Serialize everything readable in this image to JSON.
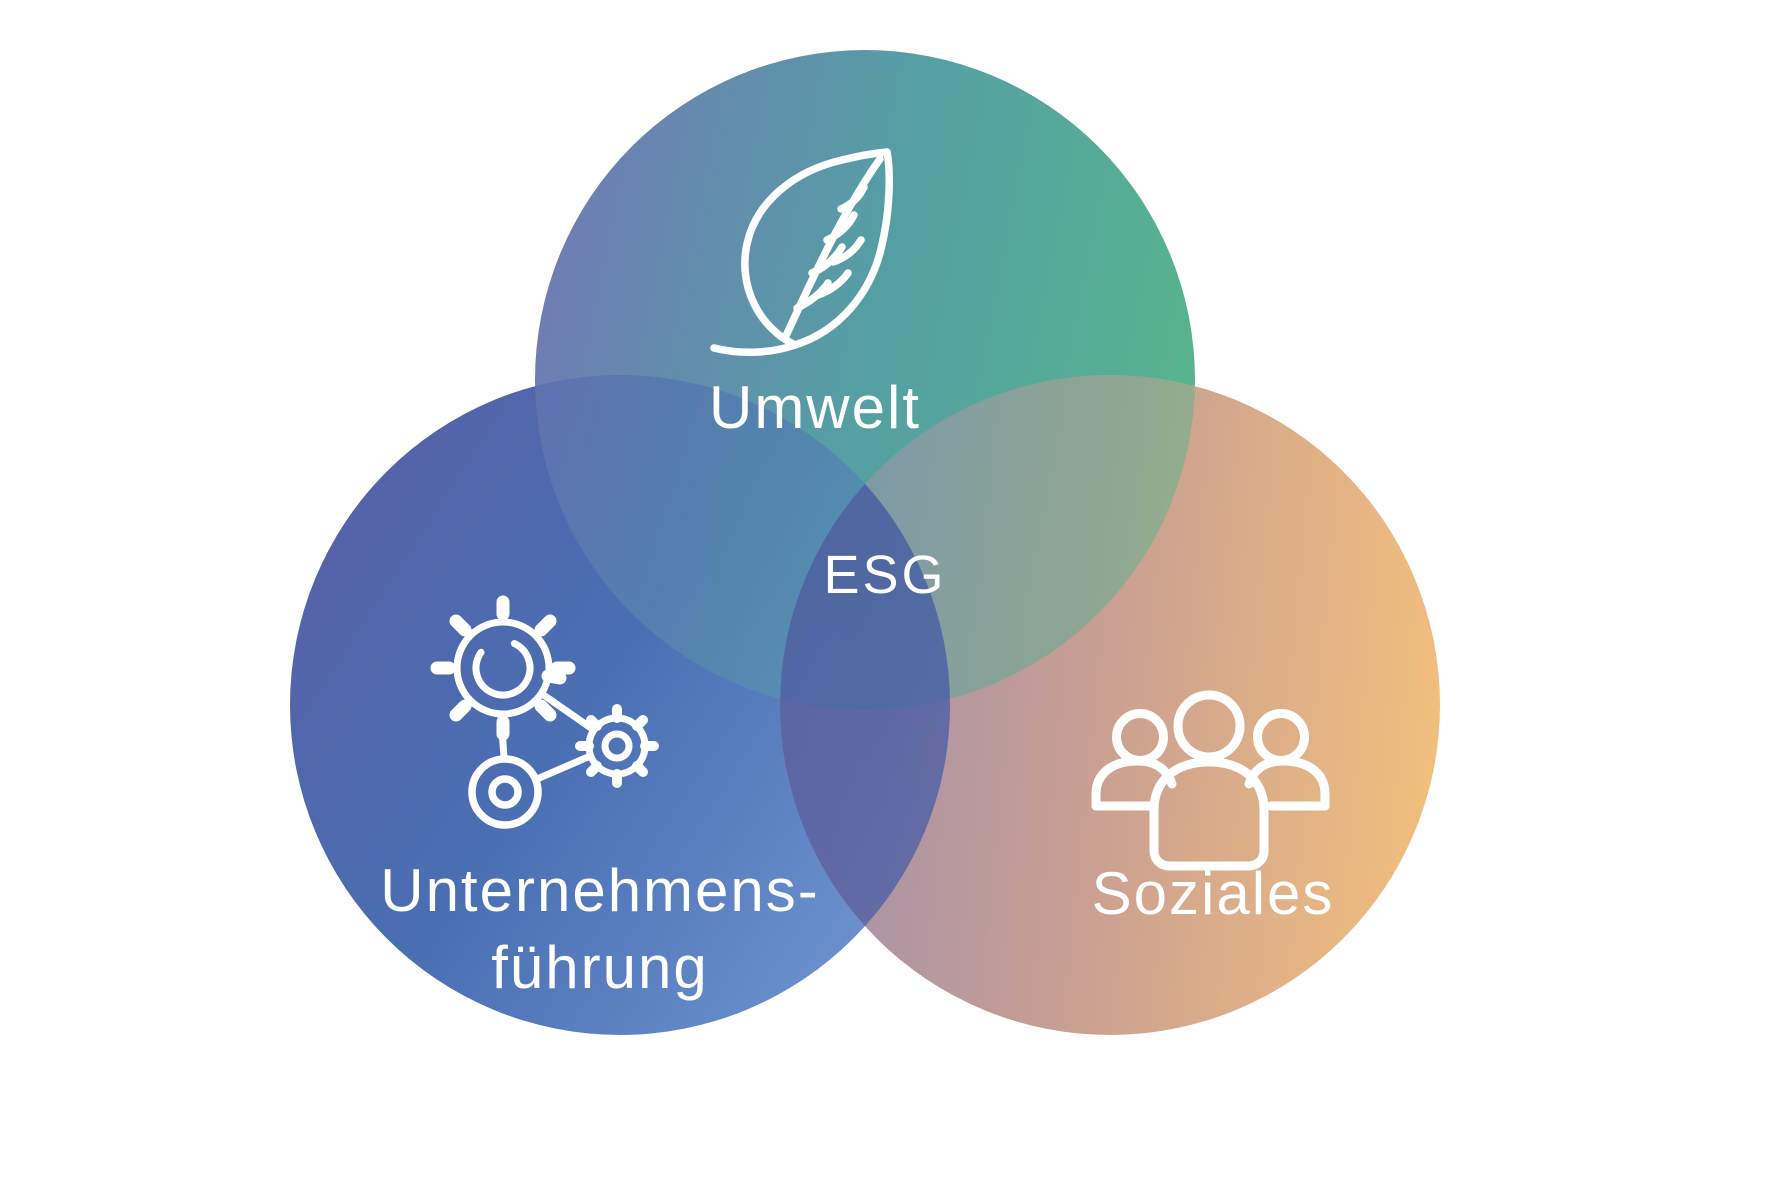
{
  "diagram": {
    "type": "venn",
    "center_label": "ESG",
    "background_color": "#FFFFFF",
    "text_color": "#FFFFFF",
    "overlap_tint": "#434B96",
    "circles": [
      {
        "id": "umwelt",
        "label": "Umwelt",
        "icon": "leaf-icon",
        "gradient": [
          "#6F7CB4",
          "#559FA4",
          "#57B48D"
        ]
      },
      {
        "id": "unternehmensfuehrung",
        "label_line1": "Unternehmens-",
        "label_line2": "führung",
        "icon": "gears-icon",
        "gradient": [
          "#575FA6",
          "#4A6FB3",
          "#6E93CF"
        ]
      },
      {
        "id": "soziales",
        "label": "Soziales",
        "icon": "people-icon",
        "gradient": [
          "#9D90AF",
          "#C69D94",
          "#F1BE7D"
        ]
      }
    ]
  }
}
